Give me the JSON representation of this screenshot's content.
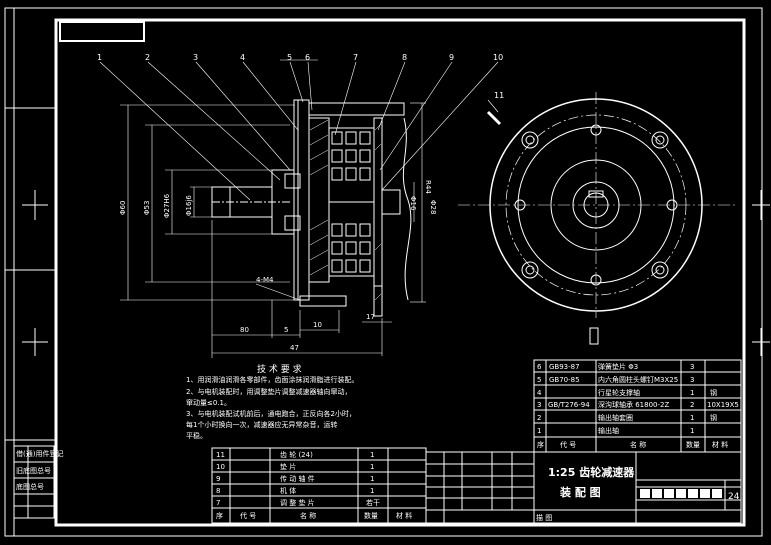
{
  "title_block": {
    "scale_title": "1:25 齿轮减速器",
    "drawing_name": "装 配 图",
    "sheet_no": "24"
  },
  "balloons": [
    "1",
    "2",
    "3",
    "4",
    "5",
    "6",
    "7",
    "8",
    "9",
    "10",
    "11"
  ],
  "dimensions": {
    "d60": "Φ60",
    "d53": "Φ53",
    "d27": "Φ27H6",
    "d16": "Φ16j6",
    "len80": "80",
    "len5": "5",
    "len10": "10",
    "len47": "47",
    "len17": "17",
    "holes": "4-M4",
    "r44": "R44",
    "d28": "Φ28",
    "d16b": "Φ16"
  },
  "tech_req": {
    "title": "技 术 要 求",
    "lines": [
      "1、用润滑油润滑各零部件，齿面涂抹润滑脂进行装配。",
      "2、与电机装配时，用调整垫片调整减速器轴向窜动，",
      "   窜动量≤0.1。",
      "3、与电机装配试机前后，通电跑合，正反向各2小时，",
      "   每1个小时换向一次，减速器应无异常杂音，运转",
      "   平稳。"
    ]
  },
  "parts_upper": [
    {
      "no": "6",
      "code": "GB93-87",
      "name": "弹簧垫片 Φ3",
      "qty": "3",
      "mat": ""
    },
    {
      "no": "5",
      "code": "GB70-85",
      "name": "内六角圆柱头螺钉M3X25",
      "qty": "3",
      "mat": ""
    },
    {
      "no": "4",
      "code": "",
      "name": "行星轮支撑轴",
      "qty": "1",
      "mat": "钢"
    },
    {
      "no": "3",
      "code": "GB/T276-94",
      "name": "深沟球轴承 61800-2Z",
      "qty": "2",
      "mat": "10X19X5"
    },
    {
      "no": "2",
      "code": "",
      "name": "输出轴套圈",
      "qty": "1",
      "mat": "钢"
    },
    {
      "no": "1",
      "code": "",
      "name": "输出轴",
      "qty": "1",
      "mat": ""
    }
  ],
  "parts_upper_header": {
    "no": "序",
    "code": "代 号",
    "name": "名 称",
    "qty": "数量",
    "mat": "材 料"
  },
  "parts_lower": [
    {
      "no": "11",
      "name": "齿 轮 (24)",
      "qty": "1"
    },
    {
      "no": "10",
      "name": "垫 片",
      "qty": "1"
    },
    {
      "no": "9",
      "name": "传 动 轴 件",
      "qty": "1"
    },
    {
      "no": "8",
      "name": "机 体",
      "qty": "1"
    },
    {
      "no": "7",
      "name": "调 整 垫 片",
      "qty": "若干"
    }
  ],
  "parts_lower_header": {
    "no": "序",
    "code": "代 号",
    "name": "名 称",
    "qty": "数量",
    "mat": "材 料"
  },
  "side_labels": [
    "借(通)用件登记",
    "旧底图总号",
    "底图总号"
  ],
  "footer_label": "描 图",
  "colors": {
    "background": "#000000",
    "line": "#ffffff"
  }
}
